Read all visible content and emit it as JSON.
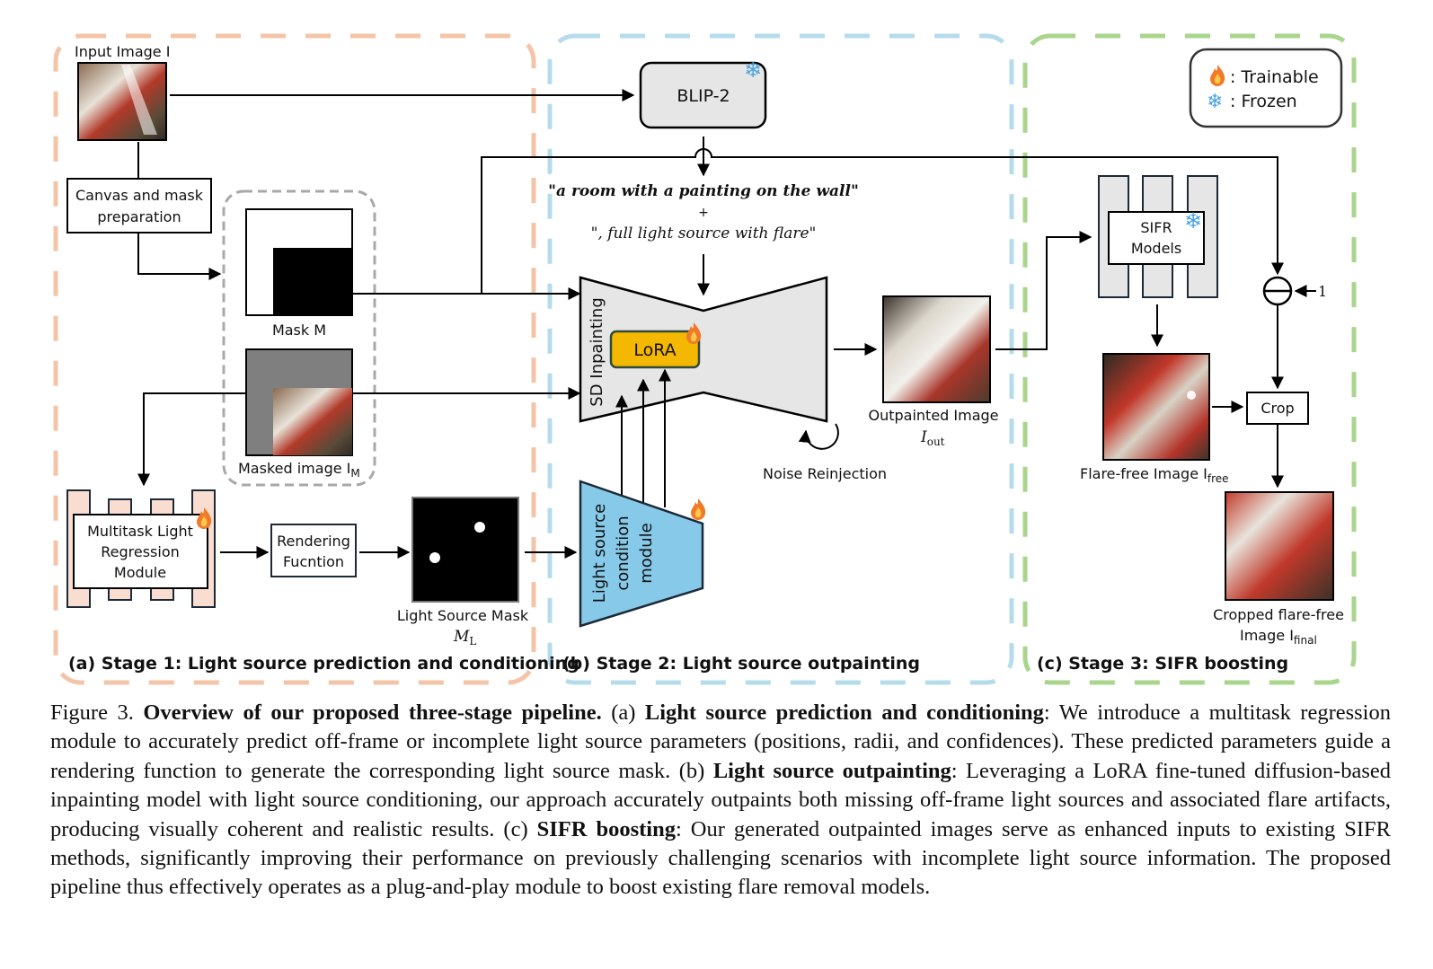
{
  "diagram": {
    "stages": {
      "a": {
        "title": "(a) Stage 1: Light source prediction and conditioning",
        "color": "#f4c4a8"
      },
      "b": {
        "title": "(b) Stage 2: Light source outpainting",
        "color": "#b6dcec"
      },
      "c": {
        "title": "(c) Stage 3: SIFR boosting",
        "color": "#a9d58c"
      }
    },
    "legend": {
      "trainable": ": Trainable",
      "frozen": ": Frozen"
    },
    "nodes": {
      "input_image": "Input Image I",
      "canvas_line1": "Canvas and mask",
      "canvas_line2": "preparation",
      "mask": "Mask M",
      "masked_image": "Masked image I",
      "masked_image_sub": "M",
      "mlrm_line1": "Multitask Light",
      "mlrm_line2": "Regression",
      "mlrm_line3": "Module",
      "render_line1": "Rendering",
      "render_line2": "Fucntion",
      "lsm_line1": "Light Source Mask",
      "lsm_line2": "M",
      "lsm_sub": "L",
      "blip": "BLIP-2",
      "prompt_line1": "\"a room with a painting on the wall\"",
      "prompt_plus": "+",
      "prompt_line2": "\", full light source with flare\"",
      "sd": "SD Inpainting",
      "lora": "LoRA",
      "lscm_line1": "Light source",
      "lscm_line2": "condition",
      "lscm_line3": "module",
      "outpainted_line1": "Outpainted Image",
      "outpainted_line2": "I",
      "outpainted_sub": "out",
      "noise": "Noise Reinjection",
      "sifr_line1": "SIFR",
      "sifr_line2": "Models",
      "one": "1",
      "crop": "Crop",
      "free": "Flare-free Image I",
      "free_sub": "free",
      "final_line1": "Cropped flare-free",
      "final_line2": "Image I",
      "final_sub": "final"
    },
    "colors": {
      "lora_fill": "#f5b800",
      "lscm_fill": "#87c9e8",
      "sd_fill": "#e6e6e6",
      "mlrm_fill": "#f9ddd0",
      "sifr_fill": "#e6e6e6",
      "masked_gray": "#7f7f7f"
    }
  },
  "caption": {
    "fig": "Figure 3.",
    "title": "Overview of our proposed three-stage pipeline.",
    "a_label": "(a)",
    "a_bold": "Light source prediction and conditioning",
    "a_text": ": We introduce a multitask regression module to accurately predict off-frame or incomplete light source parameters (positions, radii, and confidences). These predicted parameters guide a rendering function to generate the corresponding light source mask.",
    "b_label": "(b)",
    "b_bold": "Light source outpainting",
    "b_text": ": Leveraging a LoRA fine-tuned diffusion-based inpainting model with light source conditioning, our approach accurately outpaints both missing off-frame light sources and associated flare artifacts, producing visually coherent and realistic results.",
    "c_label": "(c)",
    "c_bold": "SIFR boosting",
    "c_text": ": Our generated outpainted images serve as enhanced inputs to existing SIFR methods, significantly improving their performance on previously challenging scenarios with incomplete light source information. The proposed pipeline thus effectively operates as a plug-and-play module to boost existing flare removal models."
  }
}
